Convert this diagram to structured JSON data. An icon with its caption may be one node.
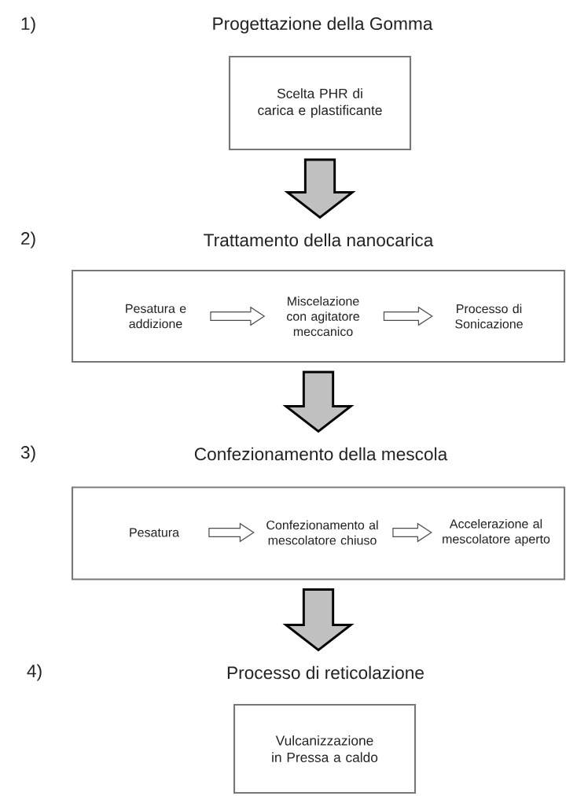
{
  "diagram": {
    "nodes": [
      {
        "text": [
          "Progettazione della Gomma",
          "Scelta PHR di carica e plastificante"
        ]
      },
      {
        "text": [
          "Trattamento della nanocarica"
        ]
      },
      {
        "text": [
          "Pesatura e addizione"
        ],
        "in": 1
      },
      {
        "text": [
          "Miscelazione con agitatore meccanico"
        ],
        "in": 1
      },
      {
        "text": [
          "Processo di Sonicazione"
        ],
        "in": 1
      },
      {
        "text": [
          "Confezionamento della mescola"
        ]
      },
      {
        "text": [
          "Pesatura"
        ],
        "in": 5
      },
      {
        "text": [
          "Confezionamento al mescolatore chiuso"
        ],
        "in": 5
      },
      {
        "text": [
          "Accelerazione al mescolatore aperto"
        ],
        "in": 5
      },
      {
        "text": [
          "Processo di reticolazione",
          "Vulcanizzazione in Pressa a caldo"
        ]
      }
    ],
    "edges": [
      {
        "from": 0,
        "to": 1,
        "arrow": "to"
      },
      {
        "from": 2,
        "to": 3,
        "arrow": "to"
      },
      {
        "from": 3,
        "to": 4,
        "arrow": "to"
      },
      {
        "from": 1,
        "to": 5,
        "arrow": "to"
      },
      {
        "from": 6,
        "to": 7,
        "arrow": "to"
      },
      {
        "from": 7,
        "to": 8,
        "arrow": "to"
      },
      {
        "from": 5,
        "to": 9,
        "arrow": "to"
      }
    ],
    "labels": [
      "1)",
      "2)",
      "3)",
      "4)"
    ]
  }
}
